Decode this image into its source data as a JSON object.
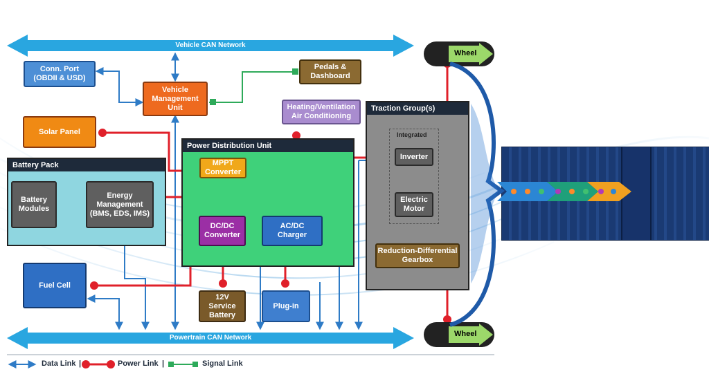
{
  "networks": {
    "vehicle_can": "Vehicle CAN Network",
    "powertrain_can": "Powertrain CAN Network"
  },
  "nodes": {
    "conn_port": "Conn. Port\n(OBDII & USD)",
    "vmu": "Vehicle\nManagement\nUnit",
    "pedals": "Pedals &\nDashboard",
    "hvac": "Heating/Ventilation\nAir Conditioning",
    "solar": "Solar Panel",
    "battery_modules": "Battery\nModules",
    "energy_mgmt": "Energy\nManagement\n(BMS, EDS, IMS)",
    "mppt": "MPPT\nConverter",
    "dcdc": "DC/DC\nConverter",
    "acdc": "AC/DC\nCharger",
    "fuel_cell": "Fuel Cell",
    "service_battery": "12V\nService\nBattery",
    "plug_in": "Plug-in",
    "inverter": "Inverter",
    "motor": "Electric\nMotor",
    "gearbox": "Reduction-Differential\nGearbox"
  },
  "groups": {
    "battery_pack": "Battery Pack",
    "pdu": "Power Distribution Unit",
    "traction": "Traction Group(s)",
    "integrated": "Integrated"
  },
  "wheels": {
    "top": "Wheel",
    "bottom": "Wheel"
  },
  "legend": {
    "data": "Data Link",
    "sep1": "|",
    "power": "Power Link",
    "sep2": "|",
    "signal": "Signal Link"
  },
  "colors": {
    "data_link": "#2e7bc6",
    "power_link": "#e0202a",
    "signal_link": "#2eaa5a",
    "can_arrow": "#29a6e0",
    "pdu_fill": "#3fd17a",
    "battery_fill": "#8fd6e0",
    "traction_fill": "#8c8c8c"
  }
}
